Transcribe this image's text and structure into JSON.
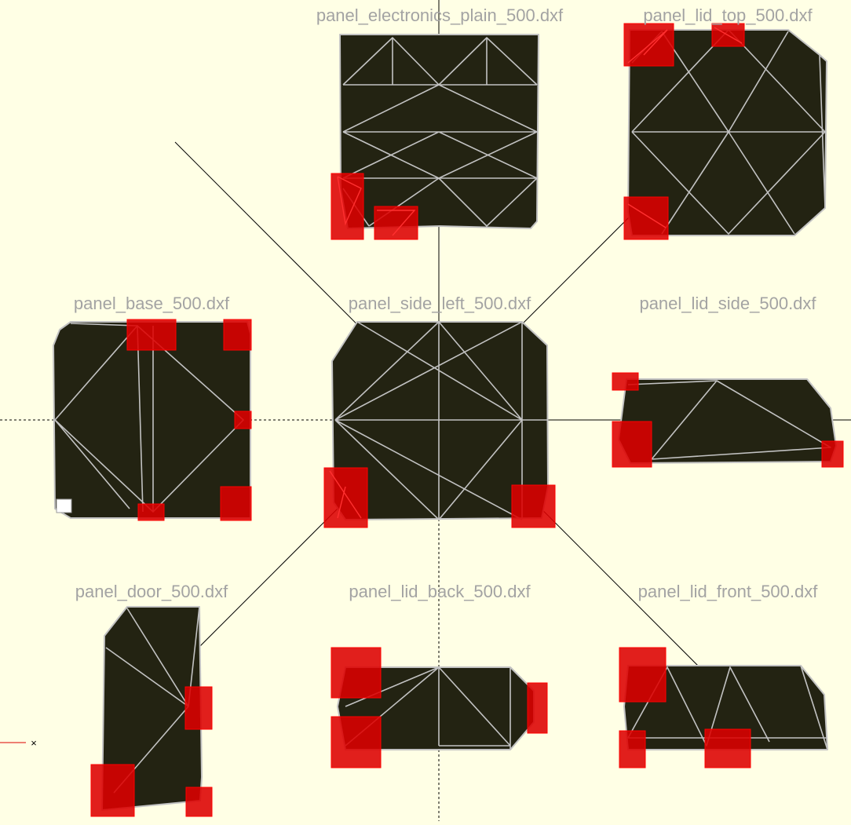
{
  "viewport": {
    "background_color": "#ffffe5",
    "panel_color": "#232312",
    "mesh_color": "#c2c2c2",
    "highlight_color": "#dd0000",
    "label_color": "#a3a3a3"
  },
  "panels": [
    {
      "id": "electronics-plain",
      "label": "panel_electronics_plain_500.dxf"
    },
    {
      "id": "lid-top",
      "label": "panel_lid_top_500.dxf"
    },
    {
      "id": "base",
      "label": "panel_base_500.dxf"
    },
    {
      "id": "side-left",
      "label": "panel_side_left_500.dxf"
    },
    {
      "id": "lid-side",
      "label": "panel_lid_side_500.dxf"
    },
    {
      "id": "door",
      "label": "panel_door_500.dxf"
    },
    {
      "id": "lid-back",
      "label": "panel_lid_back_500.dxf"
    },
    {
      "id": "lid-front",
      "label": "panel_lid_front_500.dxf"
    }
  ],
  "scale_marker": {
    "icon": "axis-cross-icon",
    "glyph": "×"
  }
}
